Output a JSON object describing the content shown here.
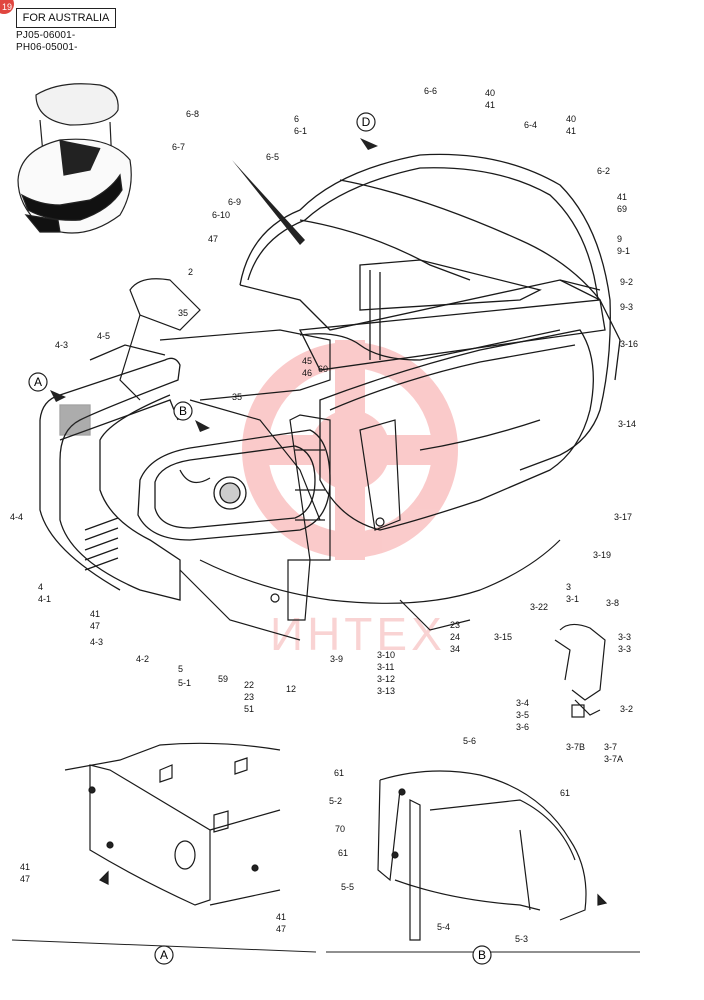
{
  "header": {
    "corner_badge": "19",
    "region_label": "FOR AUSTRALIA",
    "serial_line_1": "PJ05-06001-",
    "serial_line_2": "PH06-05001-"
  },
  "watermark": {
    "text": "ИНТЕХ"
  },
  "view_markers": {
    "A": "A",
    "B": "B",
    "D": "D"
  },
  "part_labels": [
    "6-8",
    "6-7",
    "6-9",
    "6-10",
    "47",
    "2",
    "35",
    "6",
    "6-1",
    "6-5",
    "6-6",
    "40",
    "41",
    "6-4",
    "6-2",
    "69",
    "9",
    "9-1",
    "9-2",
    "9-3",
    "3-16",
    "3-14",
    "3-17",
    "3-19",
    "3",
    "3-1",
    "3-22",
    "3-15",
    "23",
    "24",
    "34",
    "3-10",
    "3-11",
    "3-12",
    "3-13",
    "3-9",
    "12",
    "22",
    "51",
    "59",
    "5",
    "5-1",
    "4-2",
    "4-3",
    "4-1",
    "4",
    "4-4",
    "4-5",
    "45",
    "46",
    "60",
    "3-8",
    "3-2",
    "3-4",
    "3-5",
    "3-6",
    "3-7B",
    "3-7",
    "3-7A",
    "5-6",
    "5-2",
    "70",
    "61",
    "5-5",
    "5-4",
    "5-3"
  ],
  "colors": {
    "line": "#1a1a1a",
    "watermark": "#f26a6a",
    "badge": "#e0463f"
  }
}
